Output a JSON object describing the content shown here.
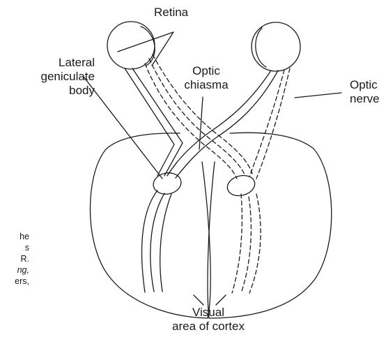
{
  "labels": {
    "retina": "Retina",
    "lateral_geniculate": [
      "Lateral",
      "geniculate",
      "body"
    ],
    "optic_chiasma": [
      "Optic",
      "chiasma"
    ],
    "optic_nerve": [
      "Optic",
      "nerve"
    ],
    "visual_area": [
      "Visual",
      "area of cortex"
    ]
  },
  "caption_fragment": [
    "he",
    "s",
    "R.",
    "ng,",
    "ers,"
  ],
  "colors": {
    "line": "#1a1a1a",
    "background": "#ffffff"
  }
}
